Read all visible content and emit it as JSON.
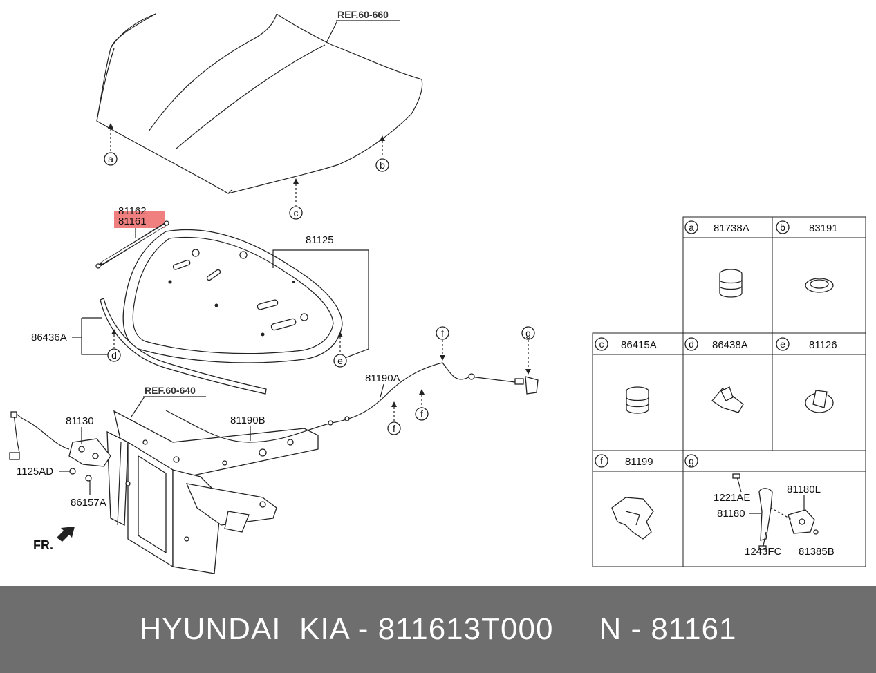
{
  "diagram": {
    "refs": {
      "hood": "REF.60-660",
      "carrier": "REF.60-640"
    },
    "callouts": {
      "strut_upper": "81162",
      "strut_lower": "81161",
      "insulator": "81125",
      "weatherstrip": "86436A",
      "latch": "81130",
      "bolt": "1125AD",
      "latch_fastener": "86157A",
      "cable_front": "81190A",
      "cable_rear": "81190B",
      "direction": "FR."
    },
    "circle_letters": {
      "a": "a",
      "b": "b",
      "c": "c",
      "d": "d",
      "e": "e",
      "f": "f",
      "g": "g"
    },
    "highlight_color": "#f08080"
  },
  "parts_table": {
    "rows": [
      [
        {
          "letter": "a",
          "part": "81738A"
        },
        {
          "letter": "b",
          "part": "83191"
        }
      ],
      [
        {
          "letter": "c",
          "part": "86415A"
        },
        {
          "letter": "d",
          "part": "86438A"
        },
        {
          "letter": "e",
          "part": "81126"
        }
      ],
      [
        {
          "letter": "f",
          "part": "81199"
        },
        {
          "letter": "g",
          "part": ""
        }
      ]
    ],
    "g_sub_labels": {
      "bolt_top": "1221AE",
      "handle_l": "81180L",
      "handle": "81180",
      "bolt_bottom": "1243FC",
      "clip": "81385B"
    }
  },
  "footer": {
    "text": "HYUNDAI  KIA - 811613T000     N - 81161"
  }
}
